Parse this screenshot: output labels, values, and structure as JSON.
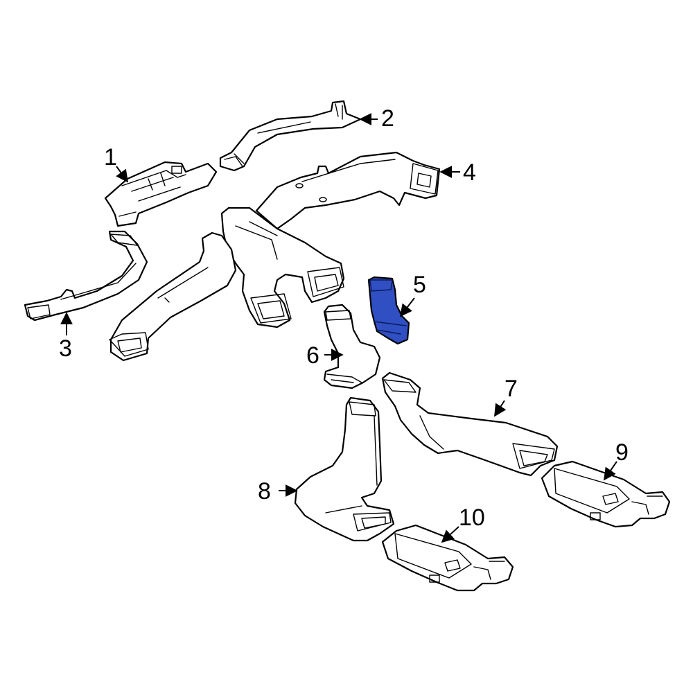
{
  "diagram": {
    "highlight_color": "#2f4fc2",
    "callouts": [
      {
        "label": "1"
      },
      {
        "label": "2"
      },
      {
        "label": "3"
      },
      {
        "label": "4"
      },
      {
        "label": "5"
      },
      {
        "label": "6"
      },
      {
        "label": "7"
      },
      {
        "label": "8"
      },
      {
        "label": "9"
      },
      {
        "label": "10"
      }
    ],
    "highlighted_part": "5"
  }
}
